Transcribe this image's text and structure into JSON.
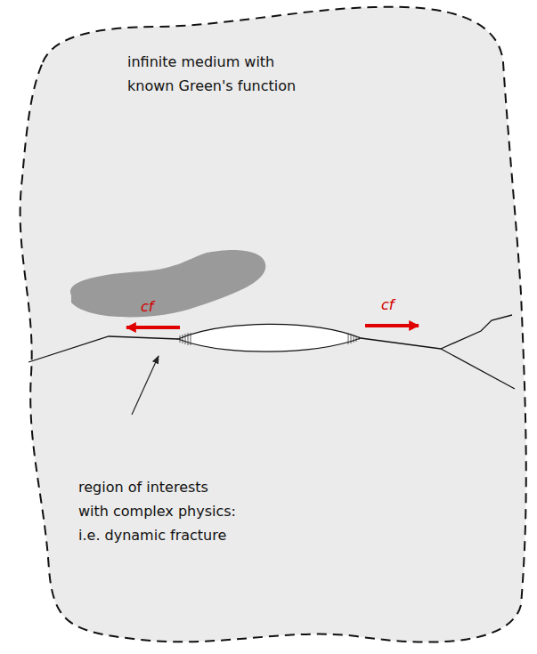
{
  "diagram": {
    "labels": [
      "infinite medium with known Green's function",
      "cf",
      "cf",
      "region of interests with complex physics: i.e. dynamic fracture"
    ]
  }
}
